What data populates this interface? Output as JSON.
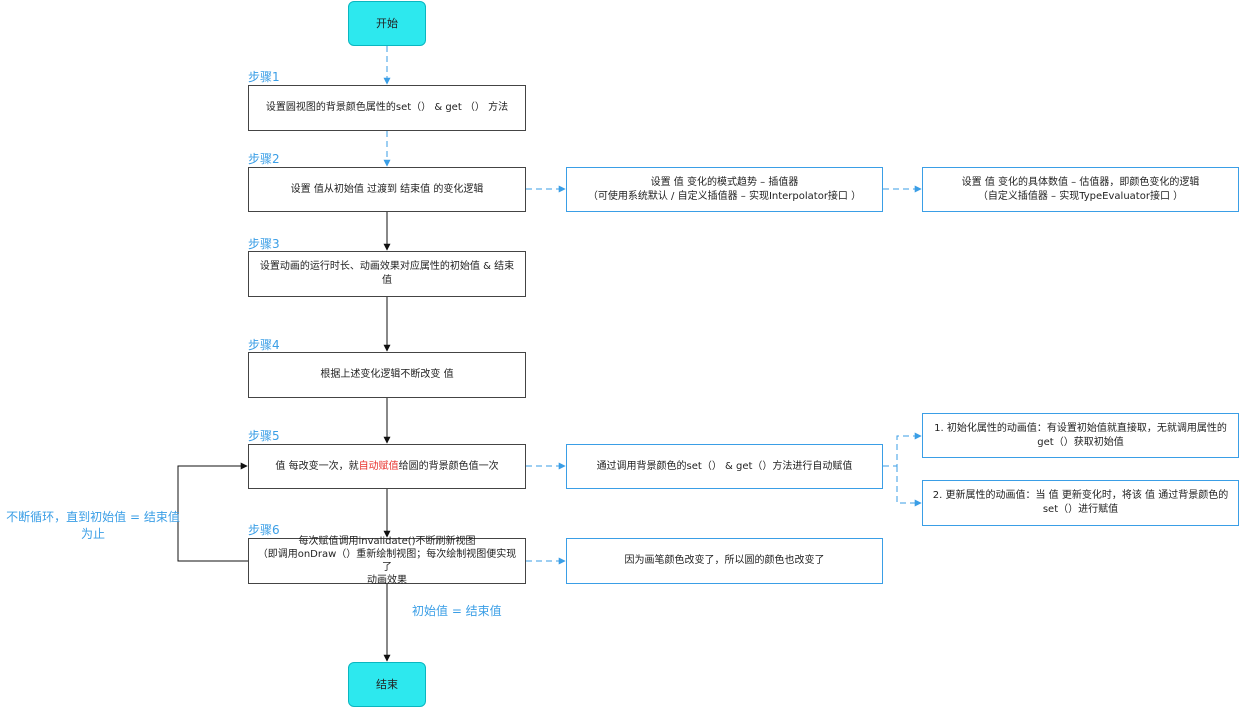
{
  "nodes": {
    "start": "开始",
    "end": "结束",
    "step1_box": "设置圆视图的背景颜色属性的set（） & get （） 方法",
    "step2_box": "设置 值从初始值 过渡到 结束值 的变化逻辑",
    "interpolator": "设置 值 变化的模式趋势 – 插值器\n（可使用系统默认 / 自定义插值器 – 实现Interpolator接口 ）",
    "evaluator": "设置 值 变化的具体数值 – 估值器，即颜色变化的逻辑\n（自定义插值器 – 实现TypeEvaluator接口 ）",
    "step3_box": "设置动画的运行时长、动画效果对应属性的初始值 & 结束值",
    "step4_box": "根据上述变化逻辑不断改变 值",
    "step5_before": "值 每改变一次，就 ",
    "step5_highlight": "自动赋值",
    "step5_after": " 给圆的背景颜色值一次",
    "auto_assign": "通过调用背景颜色的set（） & get（）方法进行自动赋值",
    "init_attr": "1. 初始化属性的动画值：有设置初始值就直接取，无就调用属性的\nget（）获取初始值",
    "update_attr": "2. 更新属性的动画值：当 值 更新变化时，将该 值 通过背景颜色的\nset（）进行赋值",
    "step6_box": "每次赋值调用invalidate()不断刷新视图\n（即调用onDraw（）重新绘制视图；每次绘制视图便实现了\n动画效果",
    "redraw": "因为画笔颜色改变了，所以圆的颜色也改变了"
  },
  "labels": {
    "step1": "步骤1",
    "step2": "步骤2",
    "step3": "步骤3",
    "step4": "步骤4",
    "step5": "步骤5",
    "step6": "步骤6",
    "loop": "不断循环，直到初始值 = 结束值\n为止",
    "end_condition": "初始值 = 结束值"
  },
  "colors": {
    "terminal_fill": "#2de8ee",
    "accent_blue": "#3a9ee6",
    "highlight_red": "#e8322d",
    "main_border": "#444444"
  }
}
